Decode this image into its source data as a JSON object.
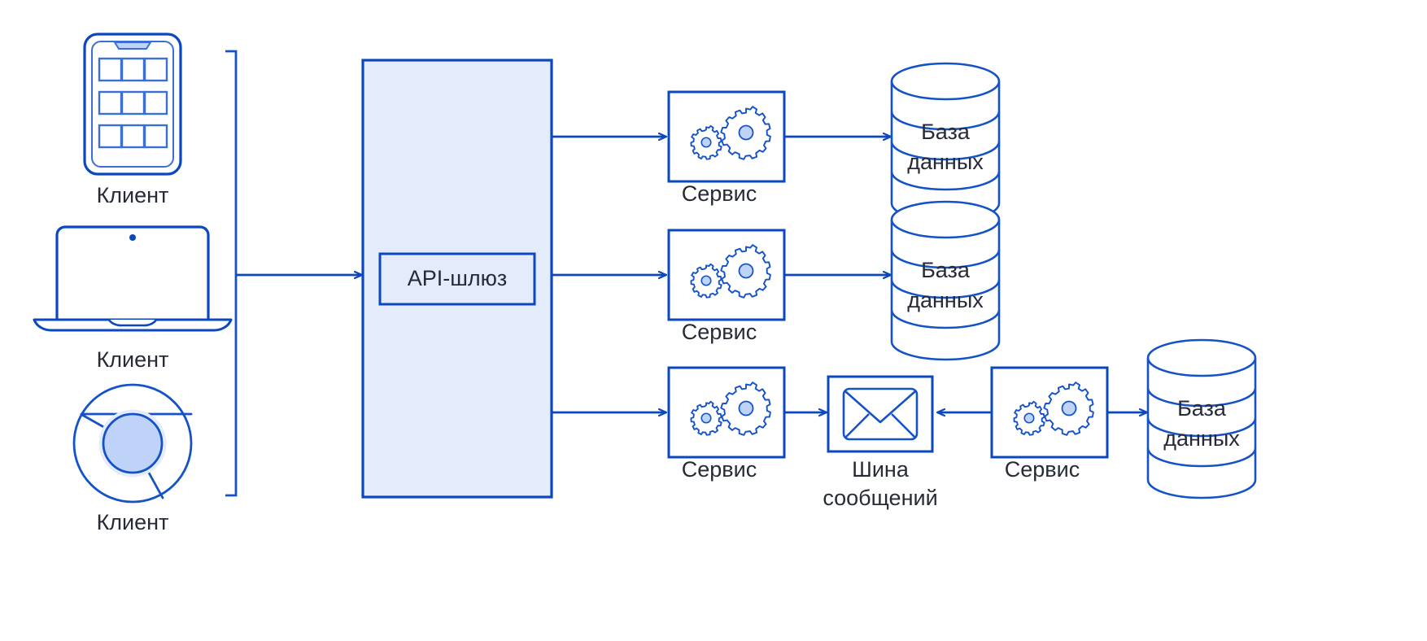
{
  "diagram": {
    "title": "Microservices architecture with API gateway",
    "colors": {
      "stroke": "#1452c8",
      "stroke_dark": "#0b47be",
      "fill_light": "#e4ebfb",
      "fill_accent": "#bed3f7",
      "text": "#262b37",
      "background": "#ffffff"
    },
    "clients": [
      {
        "label": "Клиент",
        "icon": "mobile-phone-icon"
      },
      {
        "label": "Клиент",
        "icon": "laptop-icon"
      },
      {
        "label": "Клиент",
        "icon": "browser-chrome-icon"
      }
    ],
    "gateway": {
      "label": "API-шлюз",
      "container_name": "gateway-container"
    },
    "services": [
      {
        "label": "Сервис",
        "icon": "gears-icon"
      },
      {
        "label": "Сервис",
        "icon": "gears-icon"
      },
      {
        "label": "Сервис",
        "icon": "gears-icon"
      },
      {
        "label": "Сервис",
        "icon": "gears-icon"
      }
    ],
    "databases": [
      {
        "label_line1": "База",
        "label_line2": "данных",
        "icon": "database-cylinder-icon"
      },
      {
        "label_line1": "База",
        "label_line2": "данных",
        "icon": "database-cylinder-icon"
      },
      {
        "label_line1": "База",
        "label_line2": "данных",
        "icon": "database-cylinder-icon"
      }
    ],
    "message_bus": {
      "label_line1": "Шина",
      "label_line2": "сообщений",
      "icon": "envelope-icon"
    }
  }
}
